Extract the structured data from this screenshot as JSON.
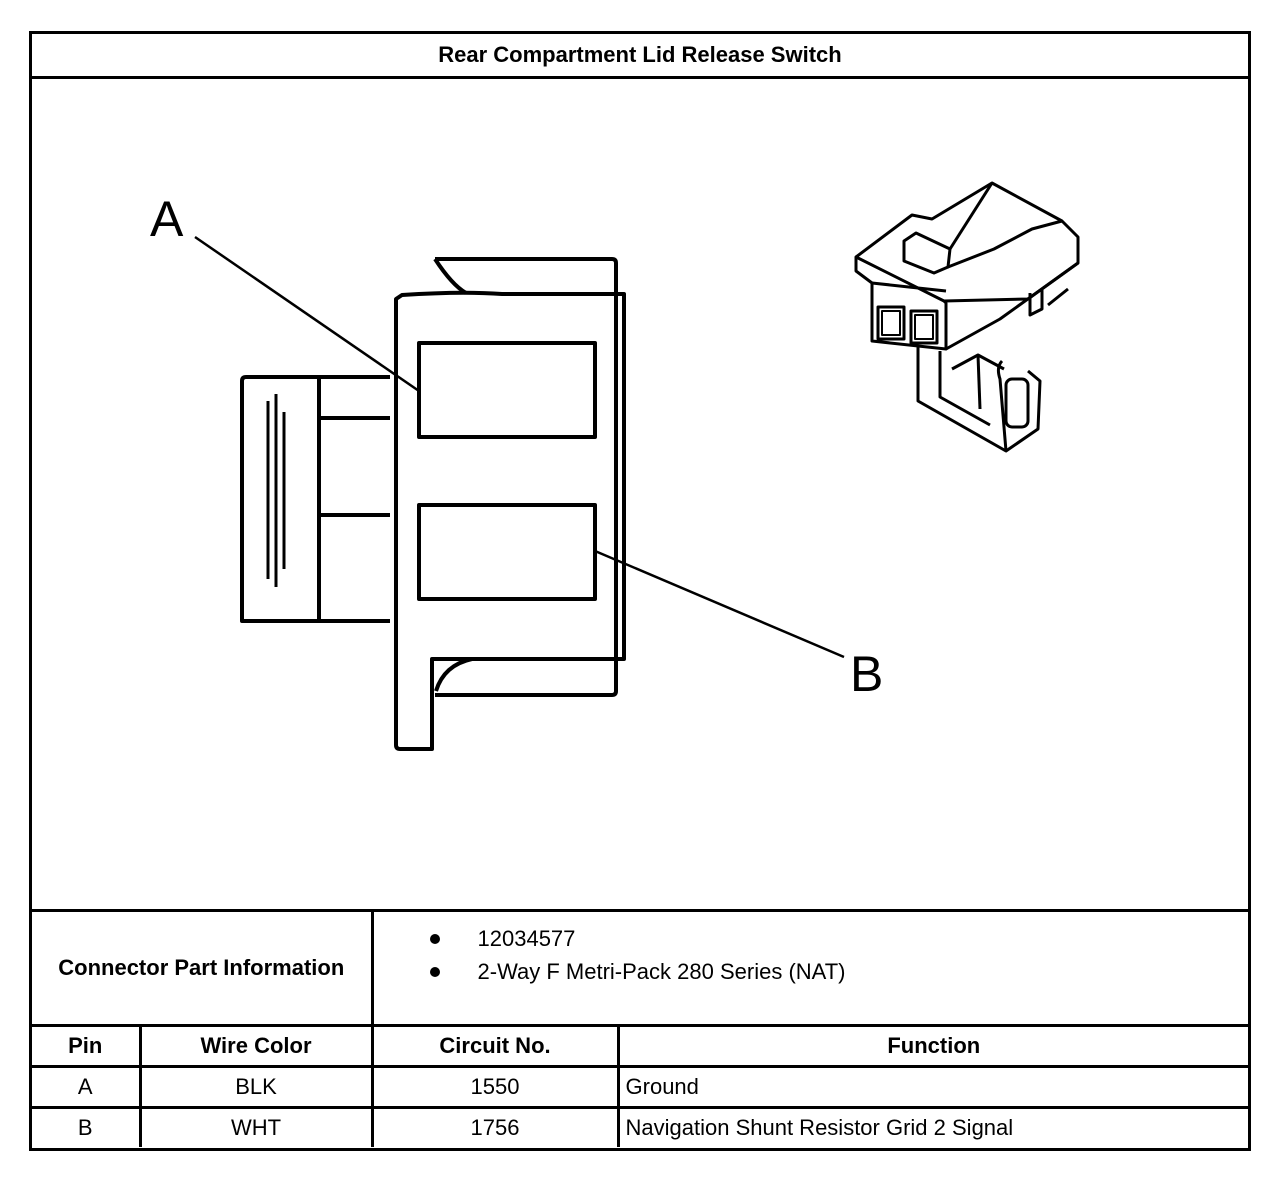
{
  "title": "Rear Compartment Lid Release Switch",
  "diagram": {
    "callout_a": "A",
    "callout_b": "B",
    "icons": [
      "connector-face-drawing",
      "connector-3d-drawing"
    ]
  },
  "connector_info": {
    "label": "Connector Part Information",
    "items": [
      "12034577",
      "2-Way F Metri-Pack 280 Series (NAT)"
    ]
  },
  "pin_table": {
    "headers": [
      "Pin",
      "Wire Color",
      "Circuit No.",
      "Function"
    ],
    "rows": [
      [
        "A",
        "BLK",
        "1550",
        "Ground"
      ],
      [
        "B",
        "WHT",
        "1756",
        "Navigation Shunt Resistor Grid 2 Signal"
      ]
    ]
  }
}
